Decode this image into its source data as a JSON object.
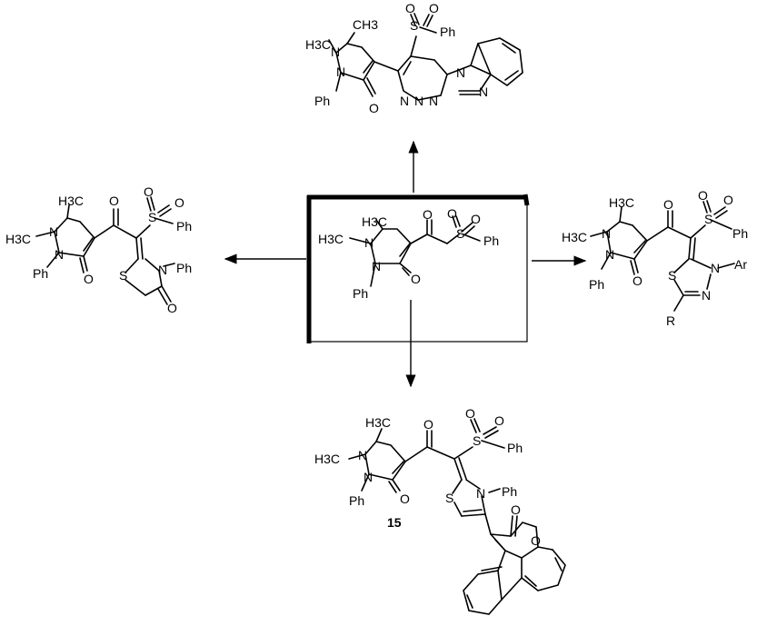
{
  "labels": {
    "h3c": "H3C",
    "ch3": "CH3",
    "n": "N",
    "o": "O",
    "s": "S",
    "ph": "Ph",
    "ar": "Ar",
    "r": "R",
    "compound_15": "15"
  },
  "colors": {
    "ink": "#000000",
    "background": "#ffffff"
  }
}
